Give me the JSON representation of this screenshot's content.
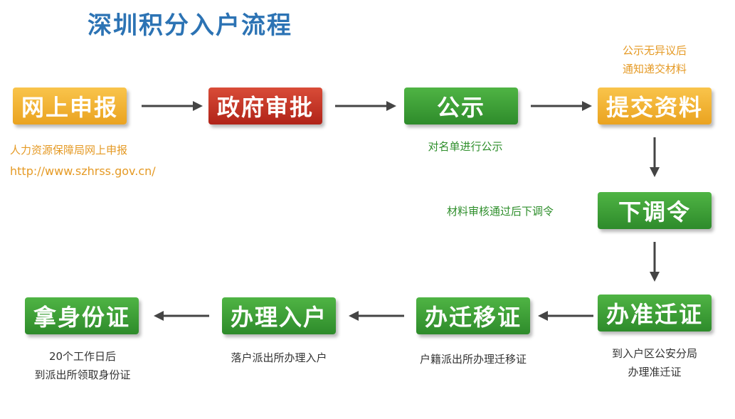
{
  "title": "深圳积分入户流程",
  "steps": {
    "s1": "网上申报",
    "s2": "政府审批",
    "s3": "公示",
    "s4": "提交资料",
    "s5": "下调令",
    "s6": "办准迁证",
    "s7": "办迁移证",
    "s8": "办理入户",
    "s9": "拿身份证"
  },
  "notes": {
    "s1_line1": "人力资源保障局网上申报",
    "s1_line2": "http://www.szhrss.gov.cn/",
    "s3": "对名单进行公示",
    "s4_line1": "公示无异议后",
    "s4_line2": "通知递交材料",
    "s5": "材料审核通过后下调令",
    "s6_line1": "到入户区公安分局",
    "s6_line2": "办理准迁证",
    "s7": "户籍派出所办理迁移证",
    "s8": "落户派出所办理入户",
    "s9_line1": "20个工作日后",
    "s9_line2": "到派出所领取身份证"
  },
  "colors": {
    "title": "#2c73b4",
    "yellow": "#f2b233",
    "red": "#c73626",
    "green": "#3a9f36",
    "note_orange": "#e59a25",
    "note_green": "#2f8f2c",
    "arrow": "#444444"
  }
}
